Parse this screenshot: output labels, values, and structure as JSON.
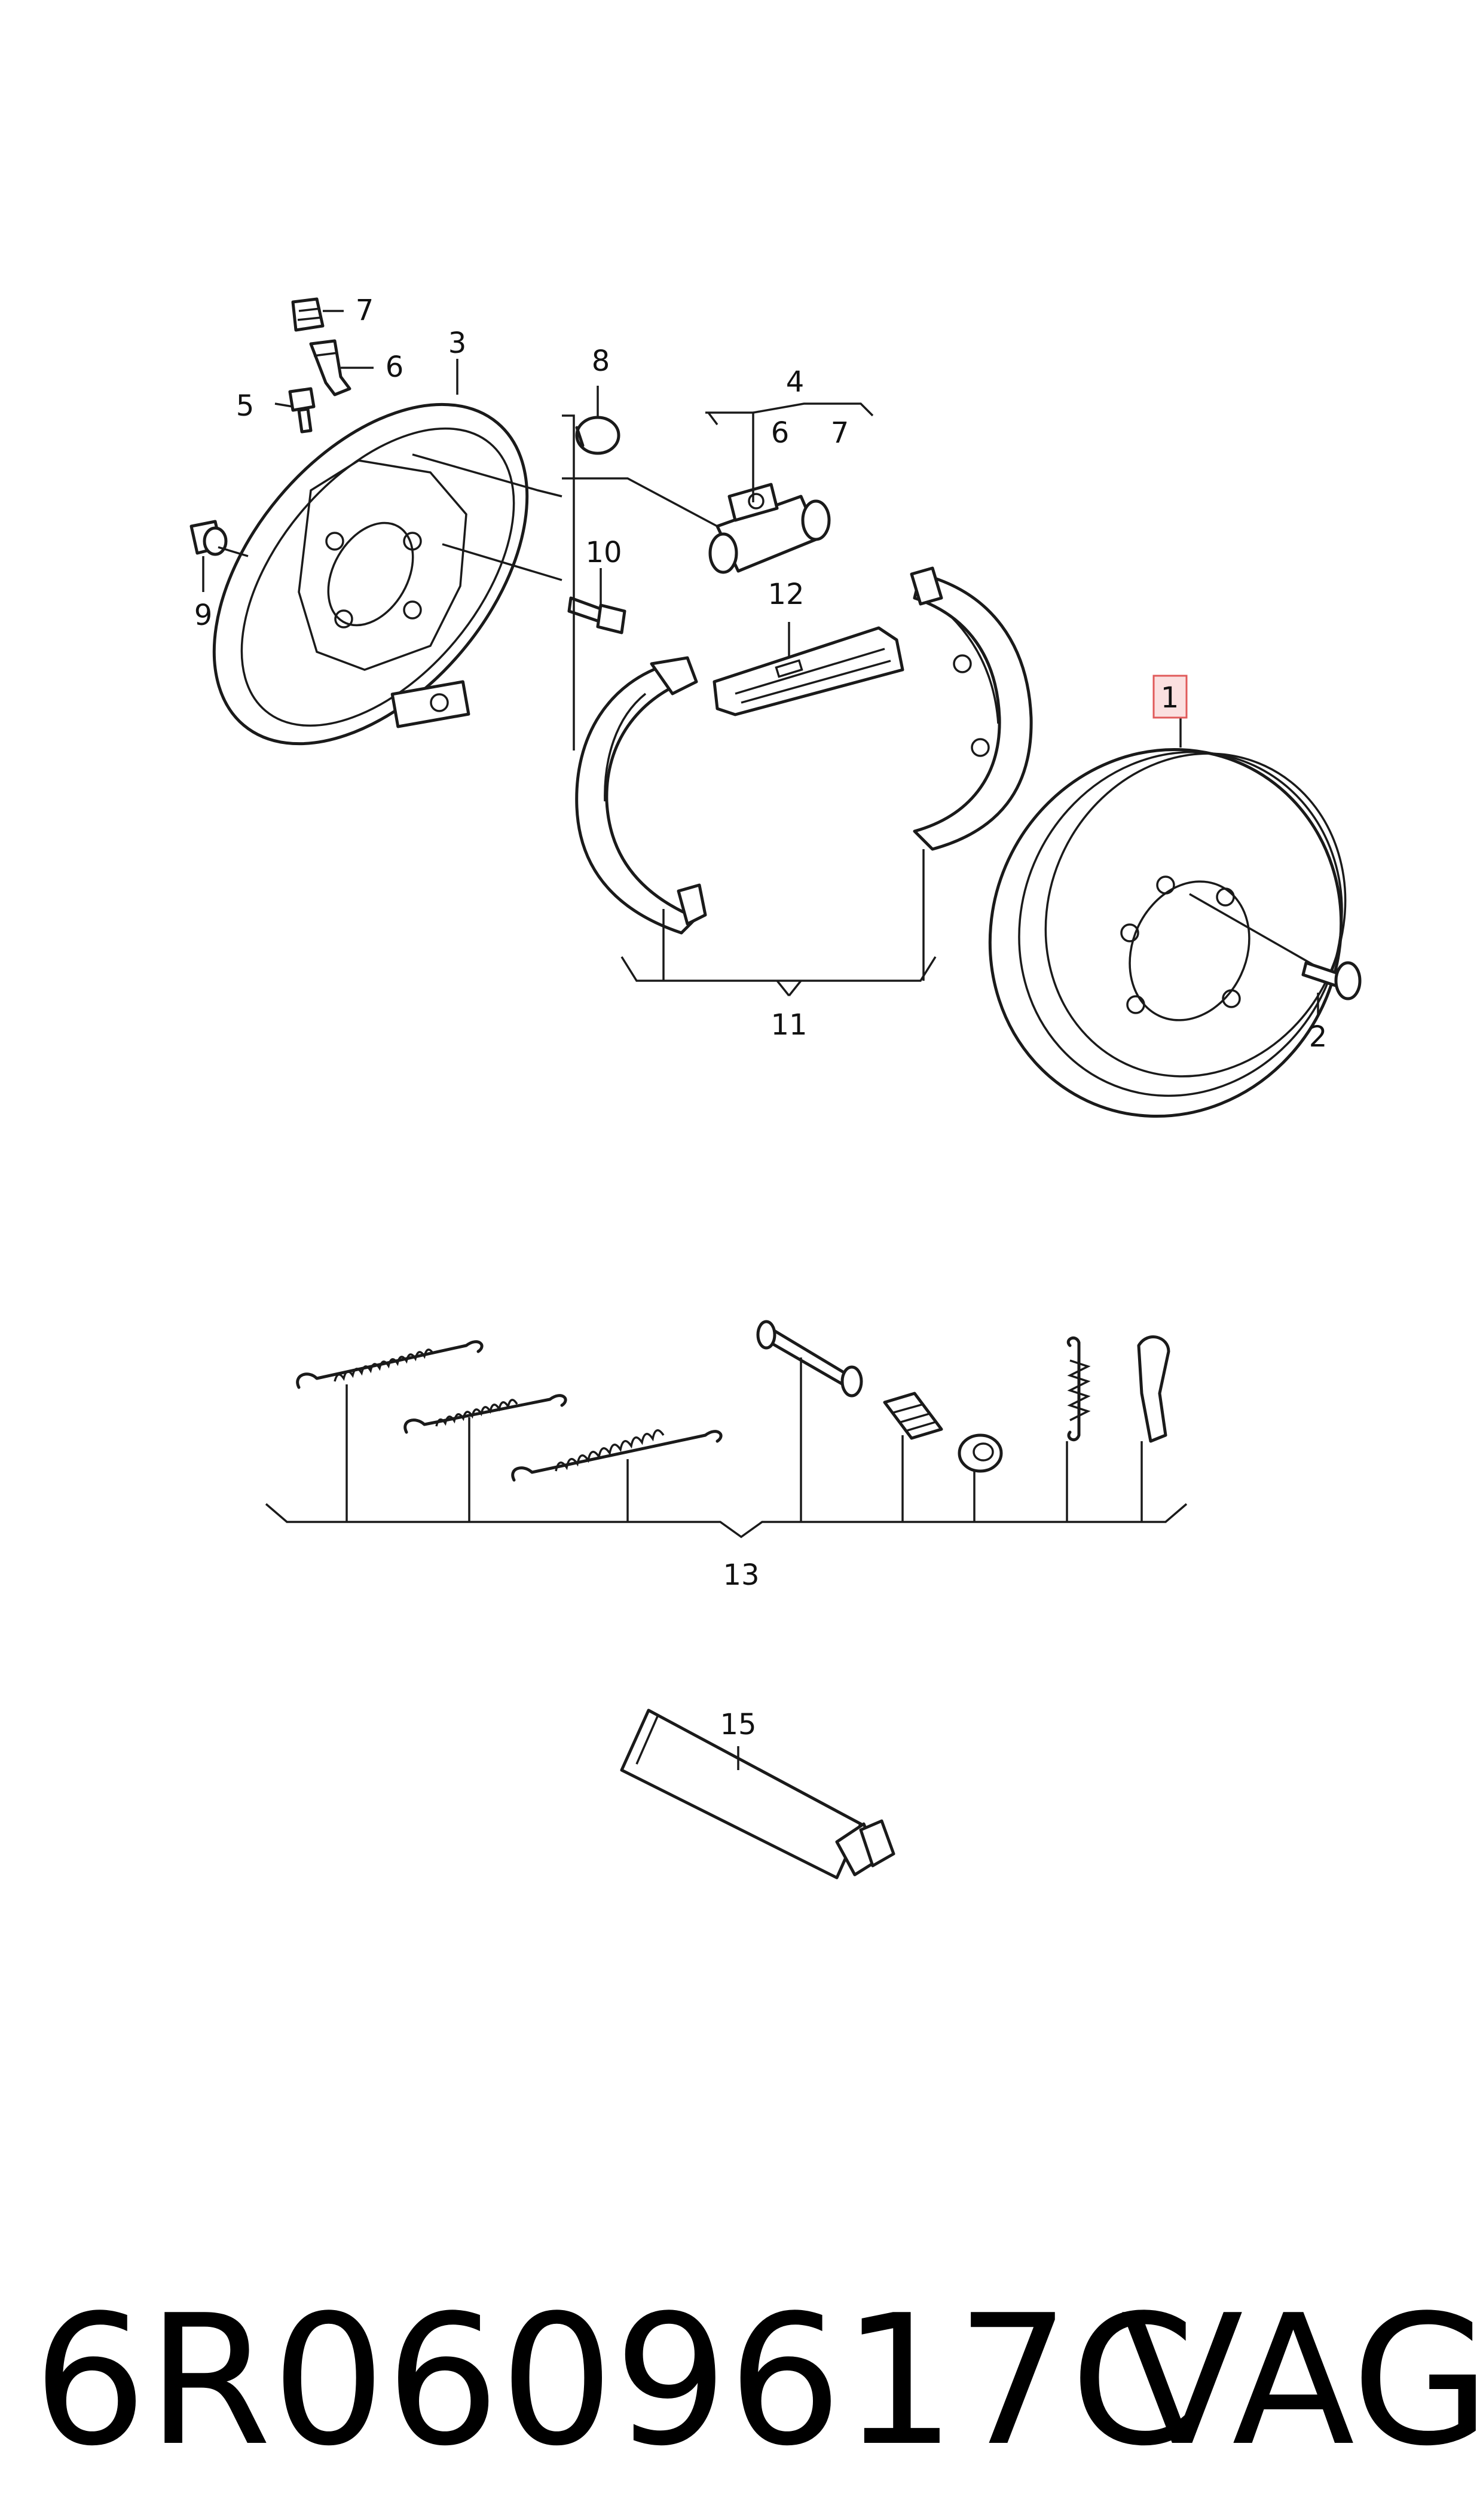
{
  "callouts": {
    "c1": "1",
    "c2": "2",
    "c3": "3",
    "c4": "4",
    "c4a": "6",
    "c4b": "7",
    "c5": "5",
    "c6": "6",
    "c7": "7",
    "c8": "8",
    "c9": "9",
    "c10": "10",
    "c11": "11",
    "c12": "12",
    "c13": "13",
    "c15": "15"
  },
  "highlight": {
    "callout": "1",
    "color": "#e05a5a"
  },
  "footer": {
    "part_number": "6R0609617C",
    "brand": "VAG"
  }
}
